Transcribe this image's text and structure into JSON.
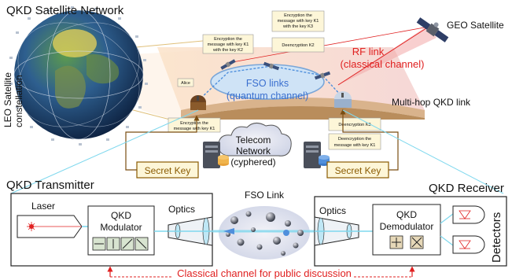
{
  "top": {
    "network_title": "QKD Satellite Network",
    "leo_label_1": "LEO Satellite",
    "leo_label_2": "constellation",
    "geo_label": "GEO Satellite",
    "rf_link_1": "RF link",
    "rf_link_2": "(classical channel)",
    "fso_links_1": "FSO links",
    "fso_links_2": "(quantum channel)",
    "multihop": "Multi-hop QKD link",
    "alice": "Alice",
    "telecom_1": "Telecom",
    "telecom_2": "Network",
    "telecom_3": "(cyphered)",
    "secret_key_left": "Secret Key",
    "secret_key_right": "Secret Key",
    "notes": {
      "enc_k2_1": "Encryption the",
      "enc_k2_2": "message with key K1",
      "enc_k2_3": "with the key K2",
      "enc_k3_1": "Encryption the",
      "enc_k3_2": "message with key K1",
      "enc_k3_3": "with the key K3",
      "dec_k2": "Deencryption K2",
      "enc_k1_1": "Encryption the",
      "enc_k1_2": "message with key K1",
      "dec_k3": "Deencryption K3",
      "dec_k1_1": "Deencryption the",
      "dec_k1_2": "message with key K1"
    }
  },
  "bottom": {
    "transmitter": "QKD Transmitter",
    "receiver": "QKD Receiver",
    "fso_link": "FSO Link",
    "laser": "Laser",
    "modulator_1": "QKD",
    "modulator_2": "Modulator",
    "optics_left": "Optics",
    "optics_right": "Optics",
    "demodulator_1": "QKD",
    "demodulator_2": "Demodulator",
    "detectors": "Detectors",
    "classical_channel": "Classical channel for public discussion"
  },
  "colors": {
    "rf_red": "#e02020",
    "fso_blue": "#3a6fcf",
    "key_gold": "#8a5a00",
    "note_fill": "#fdf6d8",
    "sky_orange": "#fbe3c9",
    "sky_pink": "#f7cdc6",
    "beam_cyan": "#7fd8ee"
  }
}
